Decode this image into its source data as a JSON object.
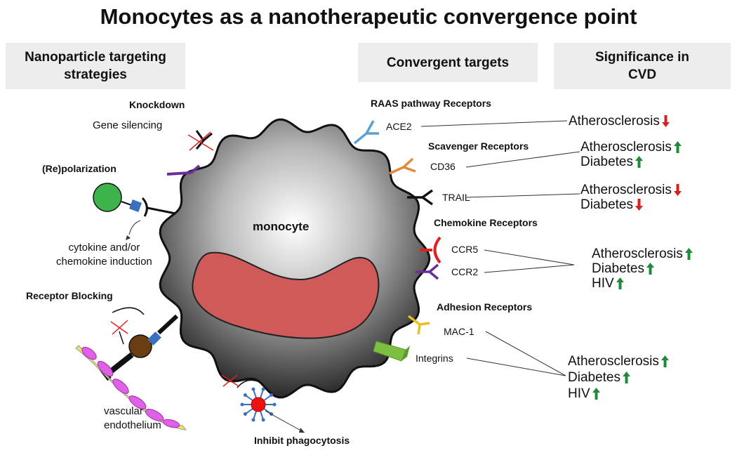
{
  "title": "Monocytes as a nanotherapeutic convergence point",
  "headers": {
    "left": [
      "Nanoparticle targeting",
      "strategies"
    ],
    "middle": "Convergent targets",
    "right": [
      "Significance in",
      "CVD"
    ]
  },
  "cell_label": "monocyte",
  "strategies": {
    "knockdown": "Knockdown",
    "gene_silencing": "Gene silencing",
    "repolarization": "(Re)polarization",
    "cytokine": [
      "cytokine and/or",
      "chemokine induction"
    ],
    "receptor_blocking": "Receptor Blocking",
    "vascular": [
      "vascular",
      "endothelium"
    ],
    "inhibit_phagocytosis": "Inhibit phagocytosis"
  },
  "receptor_categories": {
    "raas": "RAAS pathway Receptors",
    "scavenger": "Scavenger Receptors",
    "chemokine": "Chemokine Receptors",
    "adhesion": "Adhesion Receptors"
  },
  "receptors": {
    "ace2": "ACE2",
    "cd36": "CD36",
    "trail": "TRAIL",
    "ccr5": "CCR5",
    "ccr2": "CCR2",
    "mac1": "MAC-1",
    "integrins": "Integrins"
  },
  "significance": [
    {
      "rows": [
        {
          "text": "Atherosclerosis",
          "arrow": "down"
        }
      ]
    },
    {
      "rows": [
        {
          "text": "Atherosclerosis",
          "arrow": "up"
        },
        {
          "text": "Diabetes",
          "arrow": "up"
        }
      ]
    },
    {
      "rows": [
        {
          "text": "Atherosclerosis",
          "arrow": "down"
        },
        {
          "text": "Diabetes",
          "arrow": "down"
        }
      ]
    },
    {
      "rows": [
        {
          "text": "Atherosclerosis",
          "arrow": "up"
        },
        {
          "text": "Diabetes",
          "arrow": "up"
        },
        {
          "text": "HIV",
          "arrow": "up"
        }
      ]
    },
    {
      "rows": [
        {
          "text": "Atherosclerosis",
          "arrow": "up"
        },
        {
          "text": "Diabetes",
          "arrow": "up"
        },
        {
          "text": "HIV",
          "arrow": "up"
        }
      ]
    }
  ],
  "colors": {
    "up_arrow": "#1e8a3a",
    "down_arrow": "#d62020",
    "nucleus": "#d05a5a",
    "header_bg": "#ededed"
  }
}
